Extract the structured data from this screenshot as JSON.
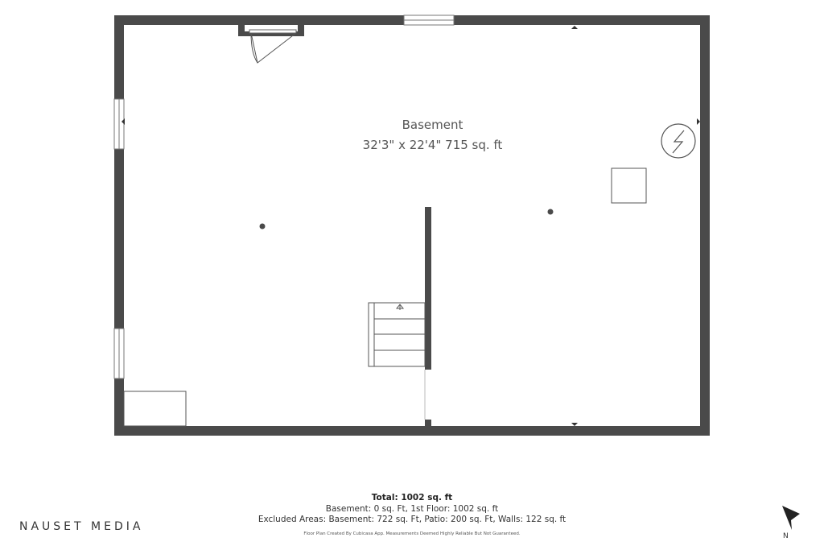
{
  "room": {
    "name": "Basement",
    "dimensions": "32'3\" x 22'4\" 715 sq. ft"
  },
  "footer": {
    "total": "Total: 1002 sq. ft",
    "breakdown": "Basement: 0 sq. Ft, 1st Floor: 1002 sq. ft",
    "excluded": "Excluded Areas: Basement: 722 sq. Ft, Patio: 200 sq. Ft, Walls: 122 sq. ft",
    "disclaimer": "Floor Plan Created By Cubicasa App. Measurements Deemed Highly Reliable But Not Guaranteed."
  },
  "brand": "NAUSET MEDIA",
  "compass": {
    "label": "N",
    "icon": "north-arrow-icon"
  },
  "colors": {
    "wall": "#4a4a4a",
    "line": "#555555",
    "background": "#ffffff"
  }
}
